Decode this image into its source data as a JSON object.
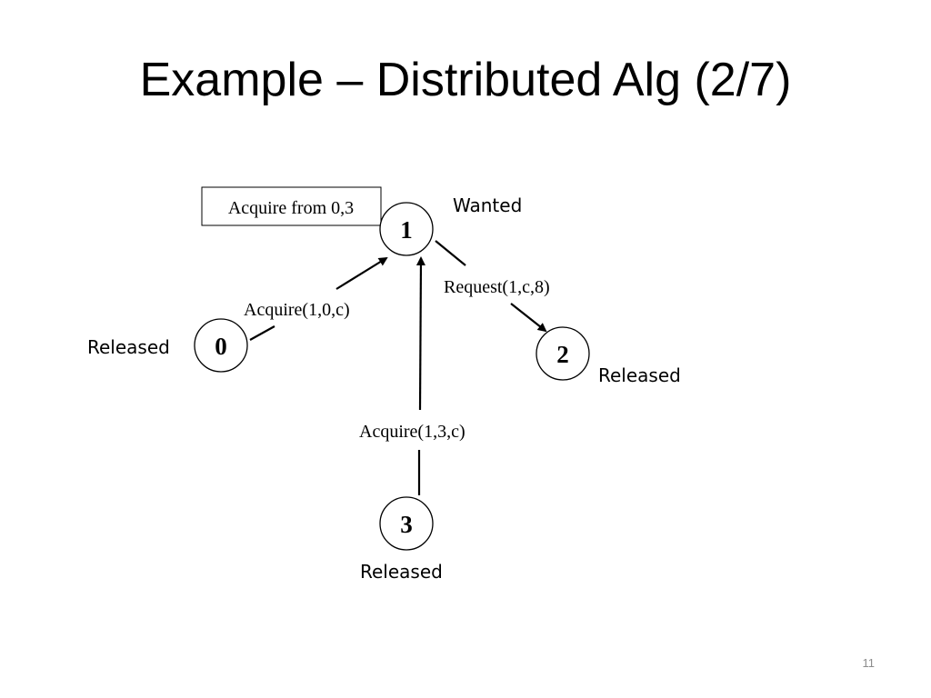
{
  "slide": {
    "title": "Example – Distributed Alg (2/7)",
    "number": "11"
  },
  "diagram": {
    "note_box": "Acquire from 0,3",
    "nodes": [
      {
        "id": "0",
        "label": "0",
        "state": "Released"
      },
      {
        "id": "1",
        "label": "1",
        "state": "Wanted"
      },
      {
        "id": "2",
        "label": "2",
        "state": "Released"
      },
      {
        "id": "3",
        "label": "3",
        "state": "Released"
      }
    ],
    "messages": [
      {
        "from": "0",
        "to": "1",
        "label": "Acquire(1,0,c)"
      },
      {
        "from": "1",
        "to": "2",
        "label": "Request(1,c,8)"
      },
      {
        "from": "3",
        "to": "1",
        "label": "Acquire(1,3,c)"
      }
    ]
  }
}
